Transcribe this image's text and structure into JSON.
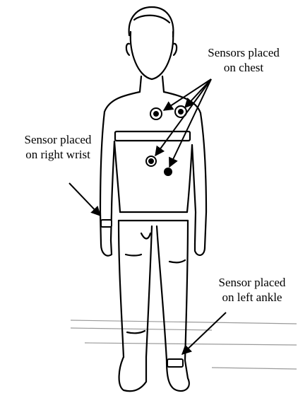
{
  "labels": {
    "chest": {
      "line1": "Sensors placed",
      "line2": "on chest"
    },
    "wrist": {
      "line1": "Sensor placed",
      "line2": "on right wrist"
    },
    "ankle": {
      "line1": "Sensor placed",
      "line2": "on left ankle"
    }
  },
  "colors": {
    "ink": "#000000",
    "background": "#ffffff",
    "floor": "#c8c8c8"
  }
}
